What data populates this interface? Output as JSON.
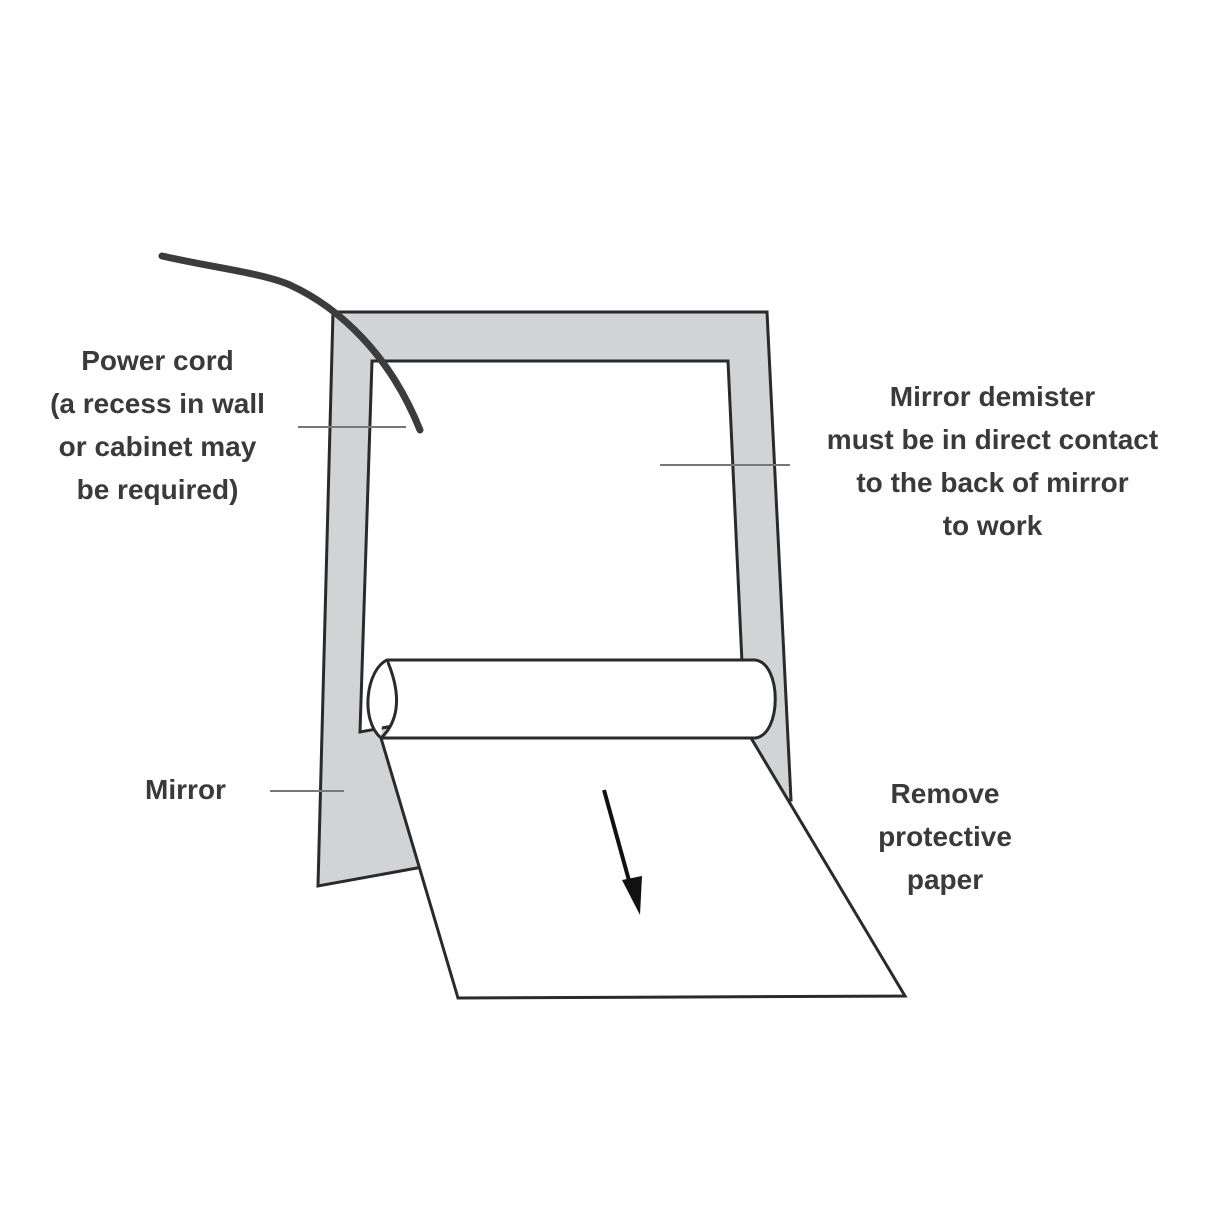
{
  "labels": {
    "power_cord": [
      "Power cord",
      "(a recess in wall",
      "or cabinet may",
      "be required)"
    ],
    "mirror_demister": [
      "Mirror demister",
      "must be in direct contact",
      "to the back of mirror",
      "to work"
    ],
    "mirror": [
      "Mirror"
    ],
    "remove_paper": [
      "Remove",
      "protective",
      "paper"
    ]
  },
  "colors": {
    "mirror_frame": "#d2d3d5",
    "outline": "#2a2a2a",
    "cord": "#3c3c3c",
    "leader_line": "#777777",
    "paper": "#ffffff"
  }
}
